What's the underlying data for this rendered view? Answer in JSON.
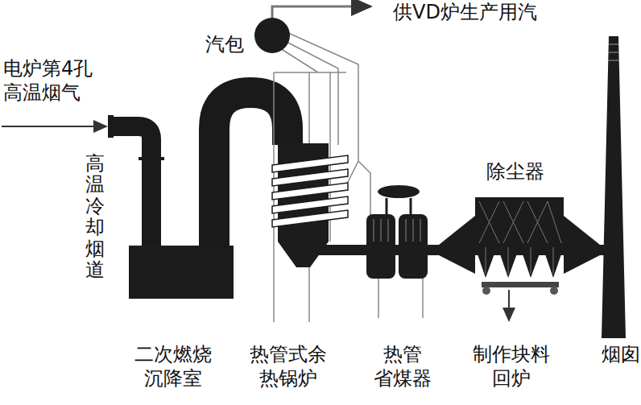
{
  "diagram": {
    "labels": [
      "供VD炉生产用汽",
      "汽包",
      "电炉第4孔 高温烟气",
      "高温冷却烟道",
      "除尘器",
      "二次燃烧 沉降室",
      "热管式余 热锅炉",
      "热管 省煤器",
      "制作块料 回炉",
      "烟囱"
    ]
  }
}
